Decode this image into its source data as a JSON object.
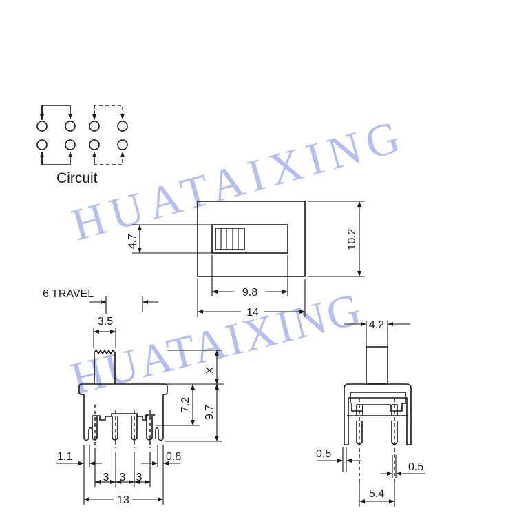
{
  "circuit": {
    "title": "Circuit"
  },
  "top_view": {
    "dim_slot_height": "4.7",
    "dim_body_height": "10.2",
    "dim_slot_width": "9.8",
    "dim_body_width": "14"
  },
  "side_view": {
    "travel_label": "6 TRAVEL",
    "dim_actuator_width": "3.5",
    "dim_x": "X",
    "dim_7_2": "7.2",
    "dim_9_7": "9.7",
    "dim_1_1": "1.1",
    "dim_0_8": "0.8",
    "pitch": [
      "3",
      "3",
      "3"
    ],
    "dim_total_width": "13"
  },
  "front_view": {
    "dim_actuator_width": "4.2",
    "dim_left_pin": "0.5",
    "dim_right_pin": "0.5",
    "dim_pin_spacing": "5.4"
  },
  "watermark": {
    "text": "HUATAIXING",
    "color": "#a9b3ea"
  }
}
